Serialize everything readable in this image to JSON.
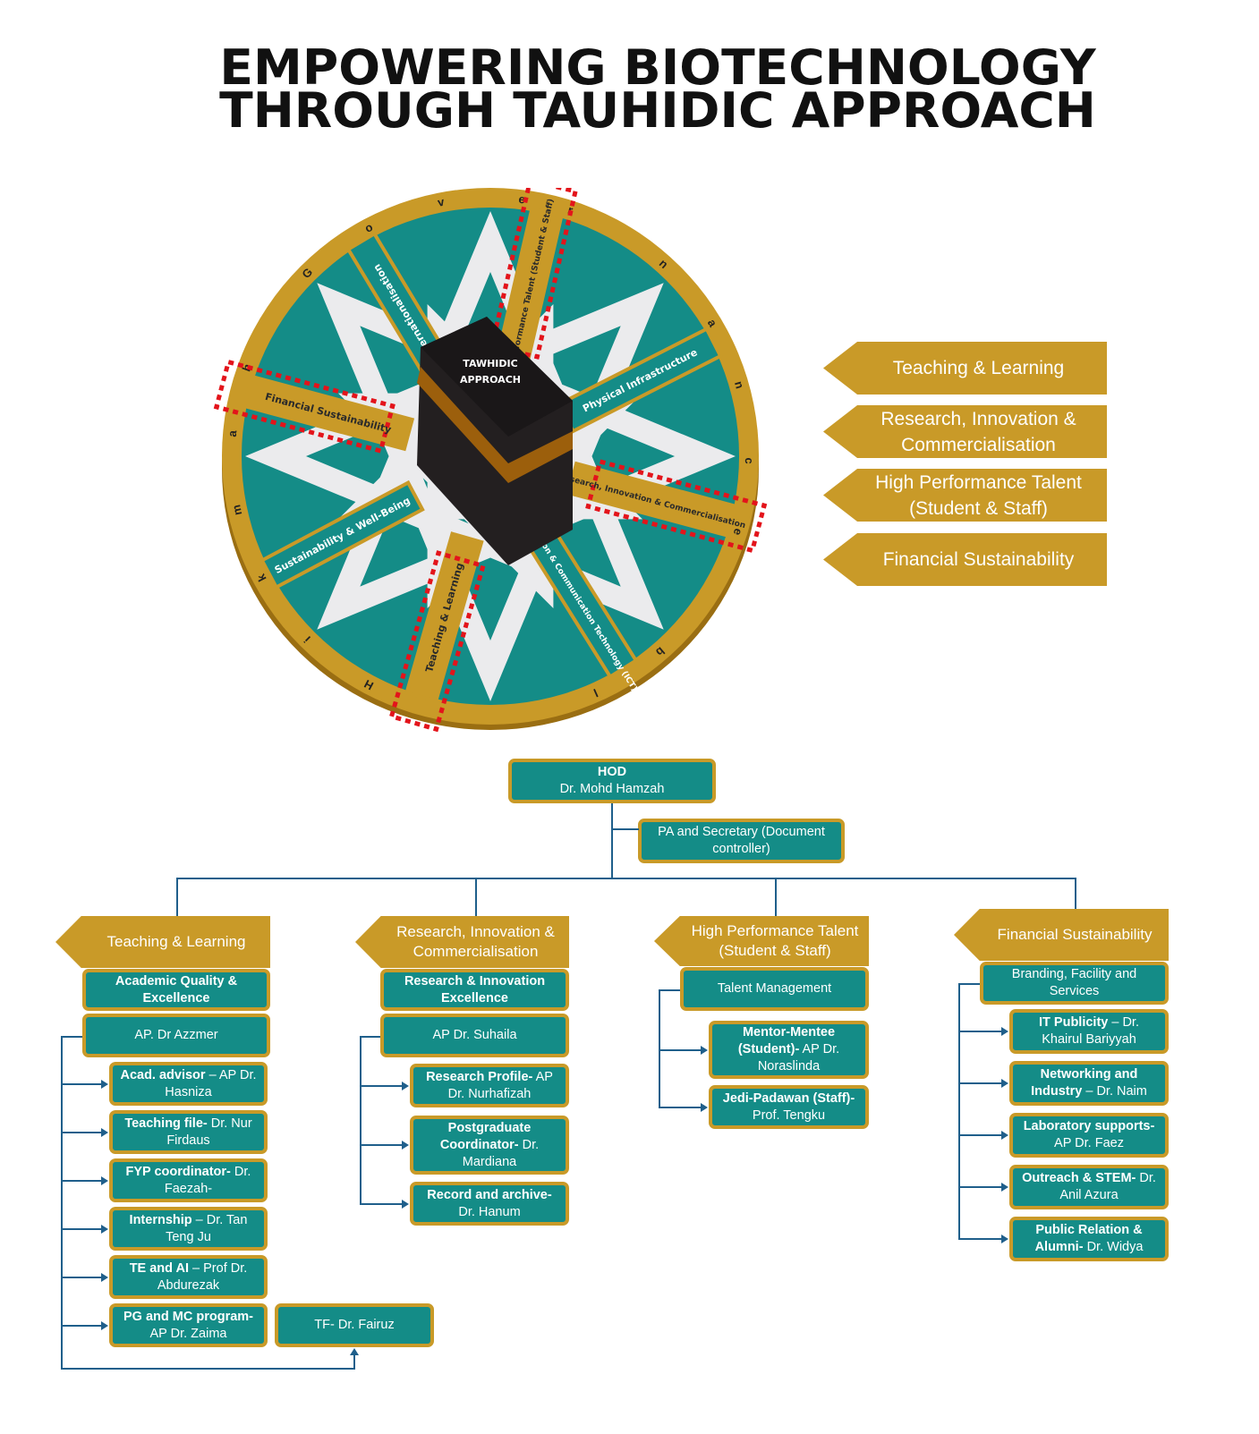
{
  "title": {
    "line1": "EMPOWERING BIOTECHNOLOGY",
    "line2": "THROUGH TAUHIDIC APPROACH"
  },
  "colors": {
    "teal": "#148c87",
    "gold": "#c99a28",
    "dark_gold": "#9a6e12",
    "line": "#1f5f8b",
    "red": "#e3141b",
    "star": "#ebebed"
  },
  "wheel": {
    "center_label": [
      "TAWHIDIC",
      "APPROACH"
    ],
    "ring_letters": [
      "G",
      "o",
      "v",
      "e",
      "r",
      "n",
      "a",
      "n",
      "c",
      "e",
      "b",
      "l",
      "H",
      "i",
      "k",
      "m",
      "a",
      "h"
    ],
    "spokes": [
      {
        "label": "Internationalisation",
        "style": "teal",
        "highlighted": false
      },
      {
        "label": "High-Performance Talent (Student & Staff)",
        "style": "gold",
        "highlighted": true
      },
      {
        "label": "Physical Infrastructure",
        "style": "teal",
        "highlighted": false
      },
      {
        "label": "Research, Innovation & Commercialisation",
        "style": "gold",
        "highlighted": true
      },
      {
        "label": "Information & Communication Technology (ICT)",
        "style": "teal",
        "highlighted": false
      },
      {
        "label": "Teaching & Learning",
        "style": "gold",
        "highlighted": true
      },
      {
        "label": "Sustainability & Well-Being",
        "style": "teal",
        "highlighted": false
      },
      {
        "label": "Financial Sustainability",
        "style": "gold",
        "highlighted": true
      }
    ]
  },
  "legend": [
    "Teaching & Learning",
    "Research, Innovation & Commercialisation",
    "High Performance Talent (Student & Staff)",
    "Financial Sustainability"
  ],
  "org": {
    "hod": {
      "title": "HOD",
      "name": "Dr. Mohd Hamzah"
    },
    "pa": "PA and Secretary (Document controller)",
    "columns": [
      {
        "header": "Teaching & Learning",
        "unit": "Academic Quality & Excellence",
        "lead": "AP. Dr Azzmer",
        "items": [
          {
            "bold": "Acad. advisor",
            "rest": " – AP Dr. Hasniza"
          },
          {
            "bold": "Teaching file-",
            "rest": " Dr. Nur Firdaus"
          },
          {
            "bold": "FYP coordinator-",
            "rest": " Dr. Faezah-"
          },
          {
            "bold": "Internship",
            "rest": " – Dr. Tan Teng Ju"
          },
          {
            "bold": "TE and AI",
            "rest": " – Prof Dr. Abdurezak"
          },
          {
            "bold": "PG and MC program-",
            "rest": " AP Dr. Zaima"
          }
        ],
        "extra": "TF- Dr. Fairuz"
      },
      {
        "header": "Research, Innovation & Commercialisation",
        "unit": "Research & Innovation Excellence",
        "lead": "AP Dr. Suhaila",
        "items": [
          {
            "bold": "Research Profile-",
            "rest": " AP Dr. Nurhafizah"
          },
          {
            "bold": "Postgraduate Coordinator-",
            "rest": " Dr. Mardiana"
          },
          {
            "bold": "Record and archive-",
            "rest": " Dr. Hanum"
          }
        ]
      },
      {
        "header": "High Performance Talent (Student & Staff)",
        "lead": "Talent Management",
        "items": [
          {
            "bold": "Mentor-Mentee (Student)-",
            "rest": " AP Dr. Noraslinda"
          },
          {
            "bold": "Jedi-Padawan (Staff)-",
            "rest": " Prof. Tengku"
          }
        ]
      },
      {
        "header": "Financial Sustainability",
        "lead": "Branding, Facility and Services",
        "items": [
          {
            "bold": "IT Publicity",
            "rest": " – Dr. Khairul Bariyyah"
          },
          {
            "bold": "Networking and Industry",
            "rest": " – Dr. Naim"
          },
          {
            "bold": "Laboratory supports-",
            "rest": " AP Dr. Faez"
          },
          {
            "bold": "Outreach & STEM-",
            "rest": " Dr. Anil Azura"
          },
          {
            "bold": "Public Relation & Alumni-",
            "rest": " Dr. Widya"
          }
        ]
      }
    ]
  }
}
